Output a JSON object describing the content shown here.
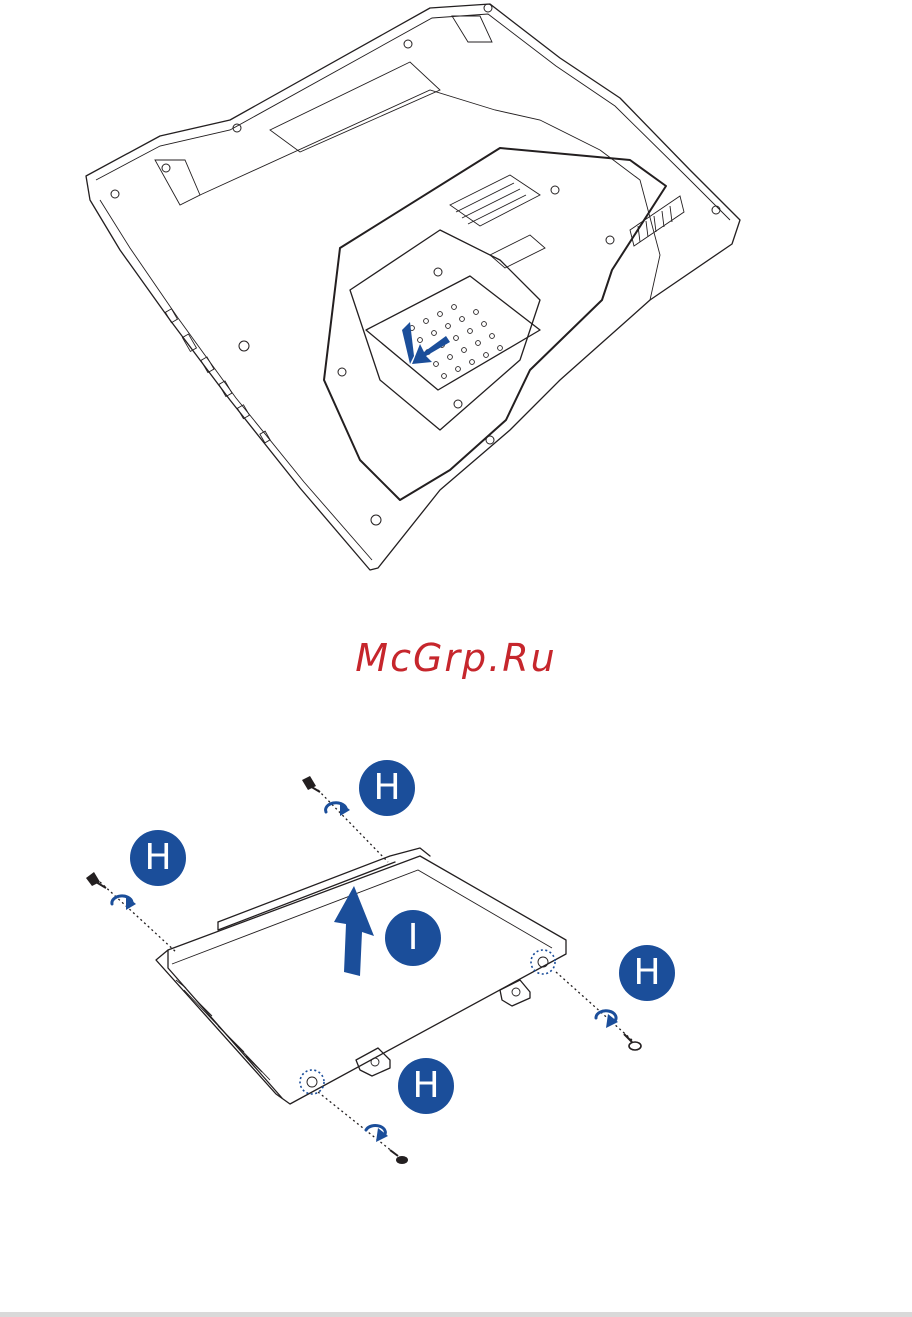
{
  "watermark": {
    "text": "McGrp.Ru",
    "color": "#c6262c"
  },
  "accent_color": "#1b4e9a",
  "callouts": [
    {
      "label": "H",
      "role": "remove-screw"
    },
    {
      "label": "H",
      "role": "remove-screw"
    },
    {
      "label": "I",
      "role": "lift-drive"
    },
    {
      "label": "H",
      "role": "remove-screw"
    },
    {
      "label": "H",
      "role": "remove-screw"
    }
  ],
  "icons": [
    "screw-icon",
    "rotate-arrow-icon",
    "slide-arrow-icon",
    "lift-arrow-icon",
    "screw-hole-marker-icon"
  ]
}
